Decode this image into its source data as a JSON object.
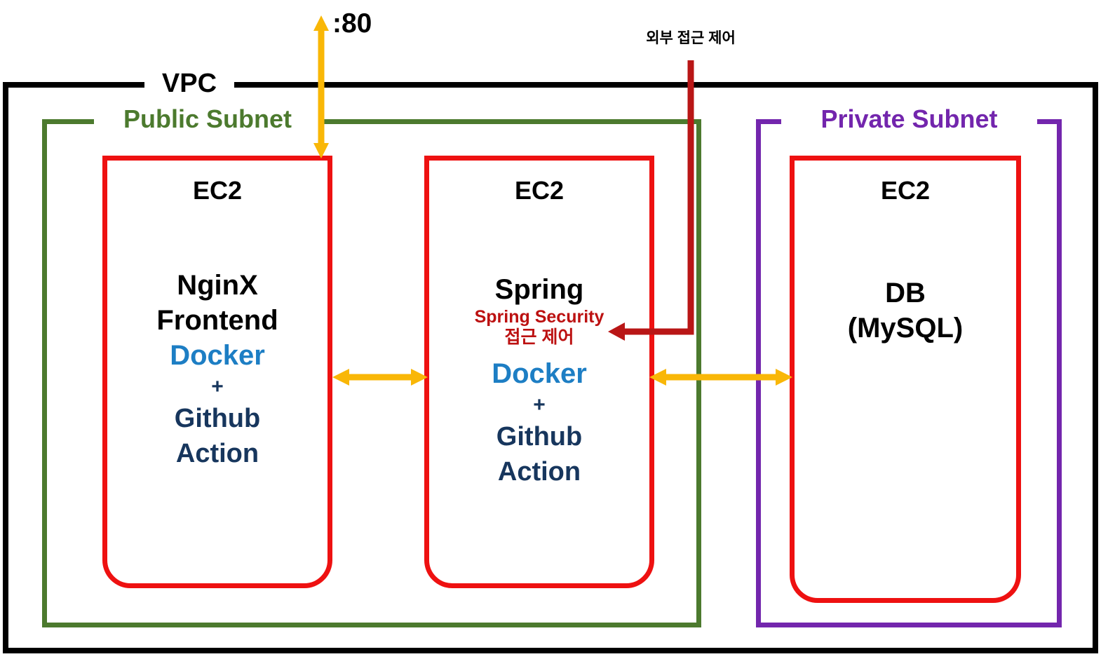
{
  "diagram": {
    "title_visible": false,
    "vpc": {
      "label": "VPC",
      "border_color": "#000000"
    },
    "subnets": [
      {
        "name": "public",
        "label": "Public Subnet",
        "color": "#4C7A2E"
      },
      {
        "name": "private",
        "label": "Private Subnet",
        "color": "#7326AD"
      }
    ],
    "instances": [
      {
        "id": "nginx-frontend",
        "title": "EC2",
        "box_color": "#EE1111",
        "subnet": "public",
        "lines": [
          {
            "text": "NginX",
            "style": "black"
          },
          {
            "text": "Frontend",
            "style": "black"
          },
          {
            "text": "Docker",
            "style": "docker"
          },
          {
            "text": "+",
            "style": "plus"
          },
          {
            "text": "Github",
            "style": "github"
          },
          {
            "text": "Action",
            "style": "github"
          }
        ]
      },
      {
        "id": "spring-backend",
        "title": "EC2",
        "box_color": "#EE1111",
        "subnet": "public",
        "lines": [
          {
            "text": "Spring",
            "style": "black"
          },
          {
            "text": "Spring Security",
            "style": "security"
          },
          {
            "text": "접근 제어",
            "style": "security"
          },
          {
            "text": "Docker",
            "style": "docker"
          },
          {
            "text": "+",
            "style": "plus"
          },
          {
            "text": "Github",
            "style": "github"
          },
          {
            "text": "Action",
            "style": "github"
          }
        ]
      },
      {
        "id": "database",
        "title": "EC2",
        "box_color": "#EE1111",
        "subnet": "private",
        "lines": [
          {
            "text": "DB",
            "style": "black"
          },
          {
            "text": "(MySQL)",
            "style": "black"
          }
        ]
      }
    ],
    "connectors": [
      {
        "id": "port-80-ingress",
        "label": ":80",
        "color": "#F9B707",
        "direction": "bidirectional",
        "orientation": "vertical",
        "from": "internet",
        "to": "nginx-frontend"
      },
      {
        "id": "nginx-to-spring",
        "label": "",
        "color": "#F9B707",
        "direction": "bidirectional",
        "orientation": "horizontal",
        "from": "nginx-frontend",
        "to": "spring-backend"
      },
      {
        "id": "spring-to-db",
        "label": "",
        "color": "#F9B707",
        "direction": "bidirectional",
        "orientation": "horizontal",
        "from": "spring-backend",
        "to": "database"
      },
      {
        "id": "external-access-control",
        "label": "외부 접근 제어",
        "color": "#B91616",
        "direction": "single",
        "orientation": "elbow",
        "from": "internet",
        "to": "spring-backend"
      }
    ]
  }
}
